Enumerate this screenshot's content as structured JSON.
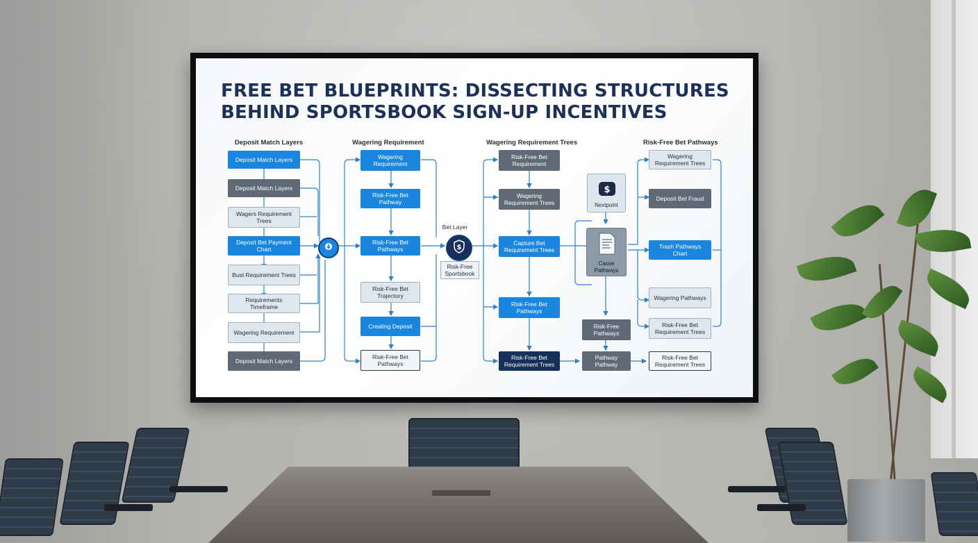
{
  "title_lines": [
    "FREE BET BLUEPRINTS: DISSECTING STRUCTURES",
    "BEHIND SPORTSBOOK SIGN-UP INCENTIVES"
  ],
  "columns": {
    "c1": "Deposit Match Layers",
    "c2": "Wagering Requirement",
    "c3": "Wagering Requirement Trees",
    "c4": "Risk-Free Bet Pathways"
  },
  "nodes": {
    "a1": "Deposit Match Layers",
    "a2": "Deposit Match Layers",
    "a3": "Wagers Requirement Trees",
    "a4": "Deposit Bet Payment Chart",
    "a5": "Bust Requirement Trees",
    "a6": "Requirements Timeframe",
    "a7": "Wagering Requirement",
    "a8": "Deposit Match Layers",
    "b1": "Wagering Requirement",
    "b2": "Risk-Free Bet Pathway",
    "b3": "Risk-Free Bet Pathways",
    "b4": "Risk-Free Bet Trajectory",
    "b5": "Creating Deposit",
    "b6": "Risk-Free Bet Pathways",
    "hub_label_top": "Bet Layer",
    "hub_label_bottom": "Risk-Free Sportsbook",
    "d1": "Risk-Free Bet Requirement",
    "d2": "Wagering Requirement Trees",
    "d3": "Capture Bet Requirement Trees",
    "d4": "Risk-Free Bet Pathways",
    "d5": "Risk-Free Bet Requirement Trees",
    "card_top": "Nextpoint",
    "card_mid": "Cause Pathways",
    "e1": "Risk-Free Pathways",
    "e2": "Pathway Pathway",
    "f1": "Wagering Requirement Trees",
    "f2": "Deposit Bet Fraud",
    "f3": "Trash Pathways Chart",
    "f4": "Wagering Pathways",
    "f5": "Risk-Free Bet Requirement Trees",
    "f6": "Risk-Free Bet Requirement Trees"
  },
  "icons": {
    "hub_left": "down-arrow-circle-icon",
    "hub_center": "dollar-shield-icon",
    "card_top": "money-bag-icon",
    "card_mid": "document-icon"
  },
  "colors": {
    "title": "#1d3158",
    "accent_blue": "#1b86dd",
    "gray": "#5f6a76",
    "navy": "#17305a"
  }
}
